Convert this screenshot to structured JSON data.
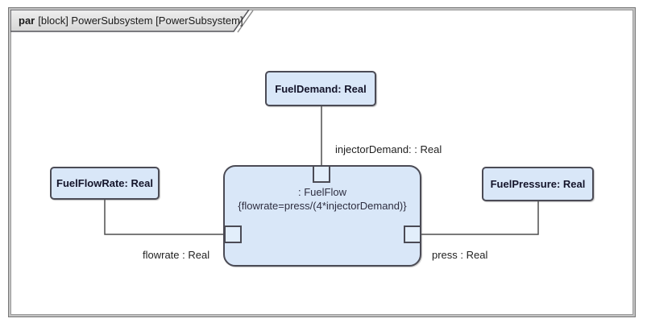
{
  "header": {
    "keyword": "par",
    "title": "[block] PowerSubsystem [PowerSubsystem]"
  },
  "nodes": {
    "fuel_demand": {
      "label": "FuelDemand: Real"
    },
    "fuel_flow_rate": {
      "label": "FuelFlowRate: Real"
    },
    "fuel_pressure": {
      "label": "FuelPressure: Real"
    },
    "constraint": {
      "name": ": FuelFlow",
      "expression": "{flowrate=press/(4*injectorDemand)}"
    }
  },
  "connector_labels": {
    "injector_demand": "injectorDemand: : Real",
    "flowrate": "flowrate : Real",
    "press": "press : Real"
  },
  "colors": {
    "node_fill": "#d9e7f8",
    "node_border": "#4b4b55",
    "port_fill": "#e2eefb",
    "connector": "#4f4f4f",
    "tab_fill": "#e7e7e7",
    "frame_border": "#787878",
    "text_dark": "#14142a"
  }
}
